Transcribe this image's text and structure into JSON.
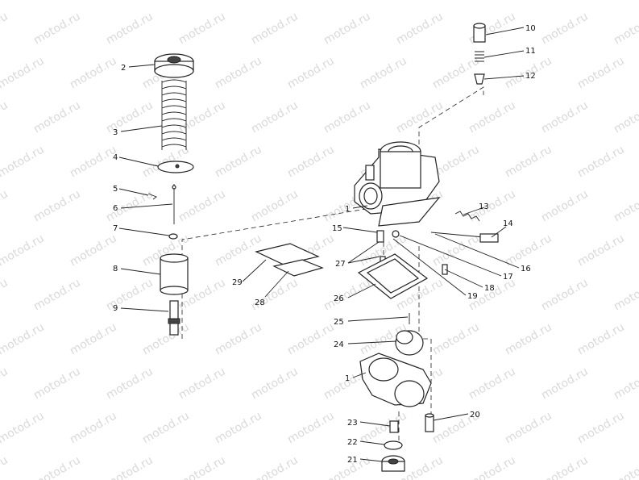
{
  "watermark": "motod.ru",
  "callouts": {
    "c1a": "1",
    "c1b": "1",
    "c2": "2",
    "c3": "3",
    "c4": "4",
    "c5": "5",
    "c6": "6",
    "c7": "7",
    "c8": "8",
    "c9": "9",
    "c10": "10",
    "c11": "11",
    "c12": "12",
    "c13": "13",
    "c14": "14",
    "c15": "15",
    "c16": "16",
    "c17": "17",
    "c18": "18",
    "c19": "19",
    "c20": "20",
    "c21": "21",
    "c22": "22",
    "c23": "23",
    "c24": "24",
    "c25": "25",
    "c26": "26",
    "c27": "27",
    "c28": "28",
    "c29": "29"
  }
}
